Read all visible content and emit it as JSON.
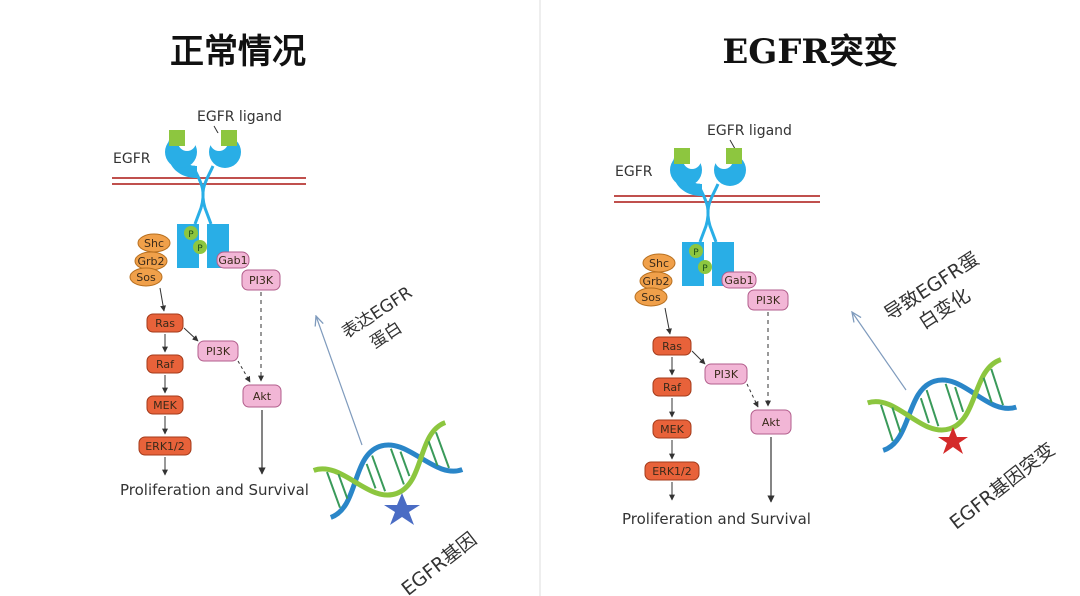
{
  "panels": [
    {
      "title": "正常情况",
      "ligand_label": "EGFR ligand",
      "receptor_label": "EGFR",
      "p_marker": "P",
      "adapters": [
        "Shc",
        "Grb2",
        "Sos"
      ],
      "gab": "Gab1",
      "pi3k_top": "PI3K",
      "cascade": [
        "Ras",
        "Raf",
        "MEK",
        "ERK1/2"
      ],
      "pi3k_mid": "PI3K",
      "akt": "Akt",
      "outcome": "Proliferation and Survival",
      "arrow_text": [
        "表达EGFR",
        "蛋白"
      ],
      "gene_label": "EGFR基因",
      "star_color": "#4a6cc4"
    },
    {
      "title": "EGFR突变",
      "ligand_label": "EGFR ligand",
      "receptor_label": "EGFR",
      "p_marker": "P",
      "adapters": [
        "Shc",
        "Grb2",
        "Sos"
      ],
      "gab": "Gab1",
      "pi3k_top": "PI3K",
      "cascade": [
        "Ras",
        "Raf",
        "MEK",
        "ERK1/2"
      ],
      "pi3k_mid": "PI3K",
      "akt": "Akt",
      "outcome": "Proliferation and Survival",
      "arrow_text": [
        "导致EGFR蛋",
        "白变化"
      ],
      "gene_label": "EGFR基因突变",
      "star_color": "#d42a2a"
    }
  ],
  "colors": {
    "receptor": "#29aee6",
    "ligand": "#8dc63f",
    "membrane": "#c0504d",
    "adapter": "#f0a04a",
    "kinase": "#e8623a",
    "pink": "#f2b6d6",
    "dna_blue": "#2a86c8",
    "dna_green": "#8cc63f"
  }
}
